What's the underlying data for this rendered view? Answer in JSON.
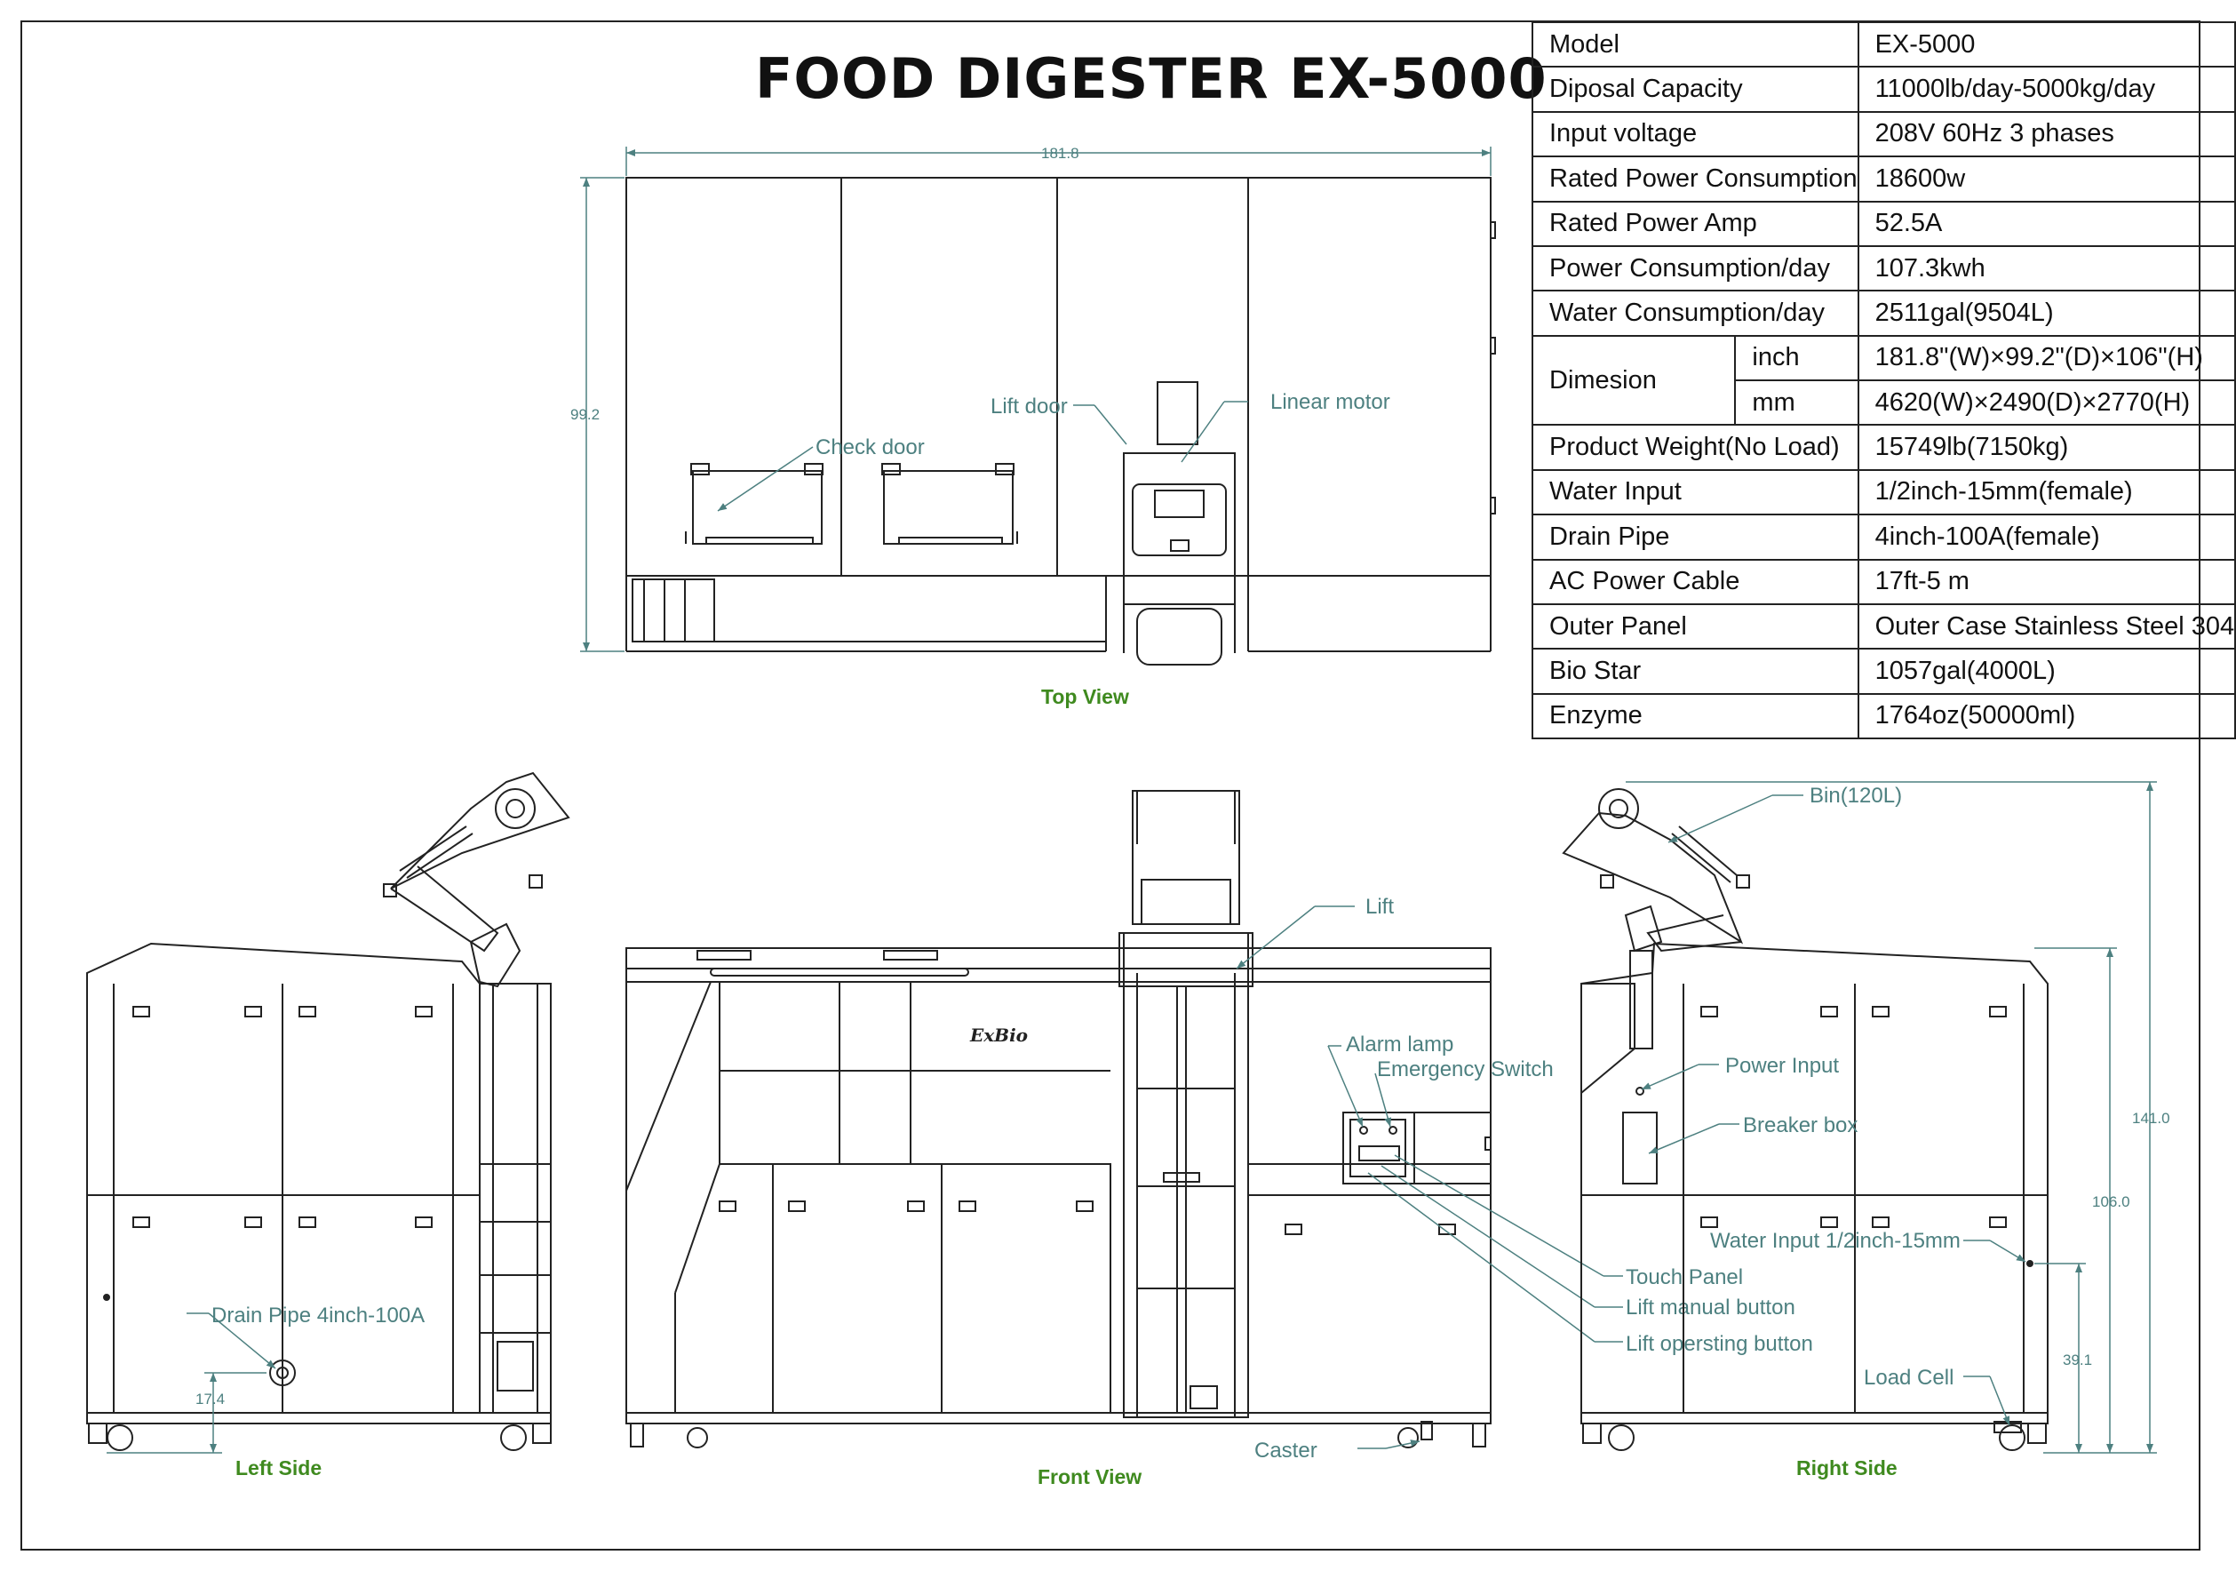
{
  "title": "FOOD DIGESTER EX-5000",
  "specs": [
    {
      "label": "Model",
      "value": "EX-5000"
    },
    {
      "label": "Diposal Capacity",
      "value": "11000lb/day-5000kg/day"
    },
    {
      "label": "Input voltage",
      "value": "208V 60Hz 3 phases"
    },
    {
      "label": "Rated Power Consumption",
      "value": "18600w"
    },
    {
      "label": "Rated Power Amp",
      "value": "52.5A"
    },
    {
      "label": "Power Consumption/day",
      "value": "107.3kwh"
    },
    {
      "label": "Water Consumption/day",
      "value": "2511gal(9504L)"
    },
    {
      "label": "Dimesion",
      "sub1": "inch",
      "val1": "181.8\"(W)×99.2\"(D)×106\"(H)",
      "sub2": "mm",
      "val2": "4620(W)×2490(D)×2770(H)"
    },
    {
      "label": "Product Weight(No Load)",
      "value": "15749lb(7150kg)"
    },
    {
      "label": "Water Input",
      "value": "1/2inch-15mm(female)"
    },
    {
      "label": "Drain Pipe",
      "value": "4inch-100A(female)"
    },
    {
      "label": "AC Power Cable",
      "value": "17ft-5 m"
    },
    {
      "label": "Outer Panel",
      "value": "Outer Case Stainless Steel 304"
    },
    {
      "label": "Bio Star",
      "value": "1057gal(4000L)"
    },
    {
      "label": "Enzyme",
      "value": "1764oz(50000ml)"
    }
  ],
  "views": {
    "top": "Top View",
    "left": "Left Side",
    "front": "Front View",
    "right": "Right Side"
  },
  "dimensions": {
    "top_width": "181.8",
    "top_depth": "99.2",
    "drain_height": "17.4",
    "overall_height": "141.0",
    "body_height": "106.0",
    "water_height": "39.1"
  },
  "labels": {
    "check_door": "Check door",
    "lift_door": "Lift door",
    "linear_motor": "Linear motor",
    "lift": "Lift",
    "alarm_lamp": "Alarm lamp",
    "emergency_switch": "Emergency Switch",
    "touch_panel": "Touch Panel",
    "lift_manual_button": "Lift manual button",
    "lift_operating_button": "Lift opersting button",
    "caster": "Caster",
    "drain_pipe": "Drain Pipe 4inch-100A",
    "bin": "Bin(120L)",
    "power_input": "Power Input",
    "breaker_box": "Breaker box",
    "water_input": "Water Input 1/2inch-15mm",
    "load_cell": "Load Cell",
    "brand": "ExBio"
  },
  "colors": {
    "line": "#222222",
    "annotation": "#4d8080",
    "view_title": "#3f8a1f"
  }
}
